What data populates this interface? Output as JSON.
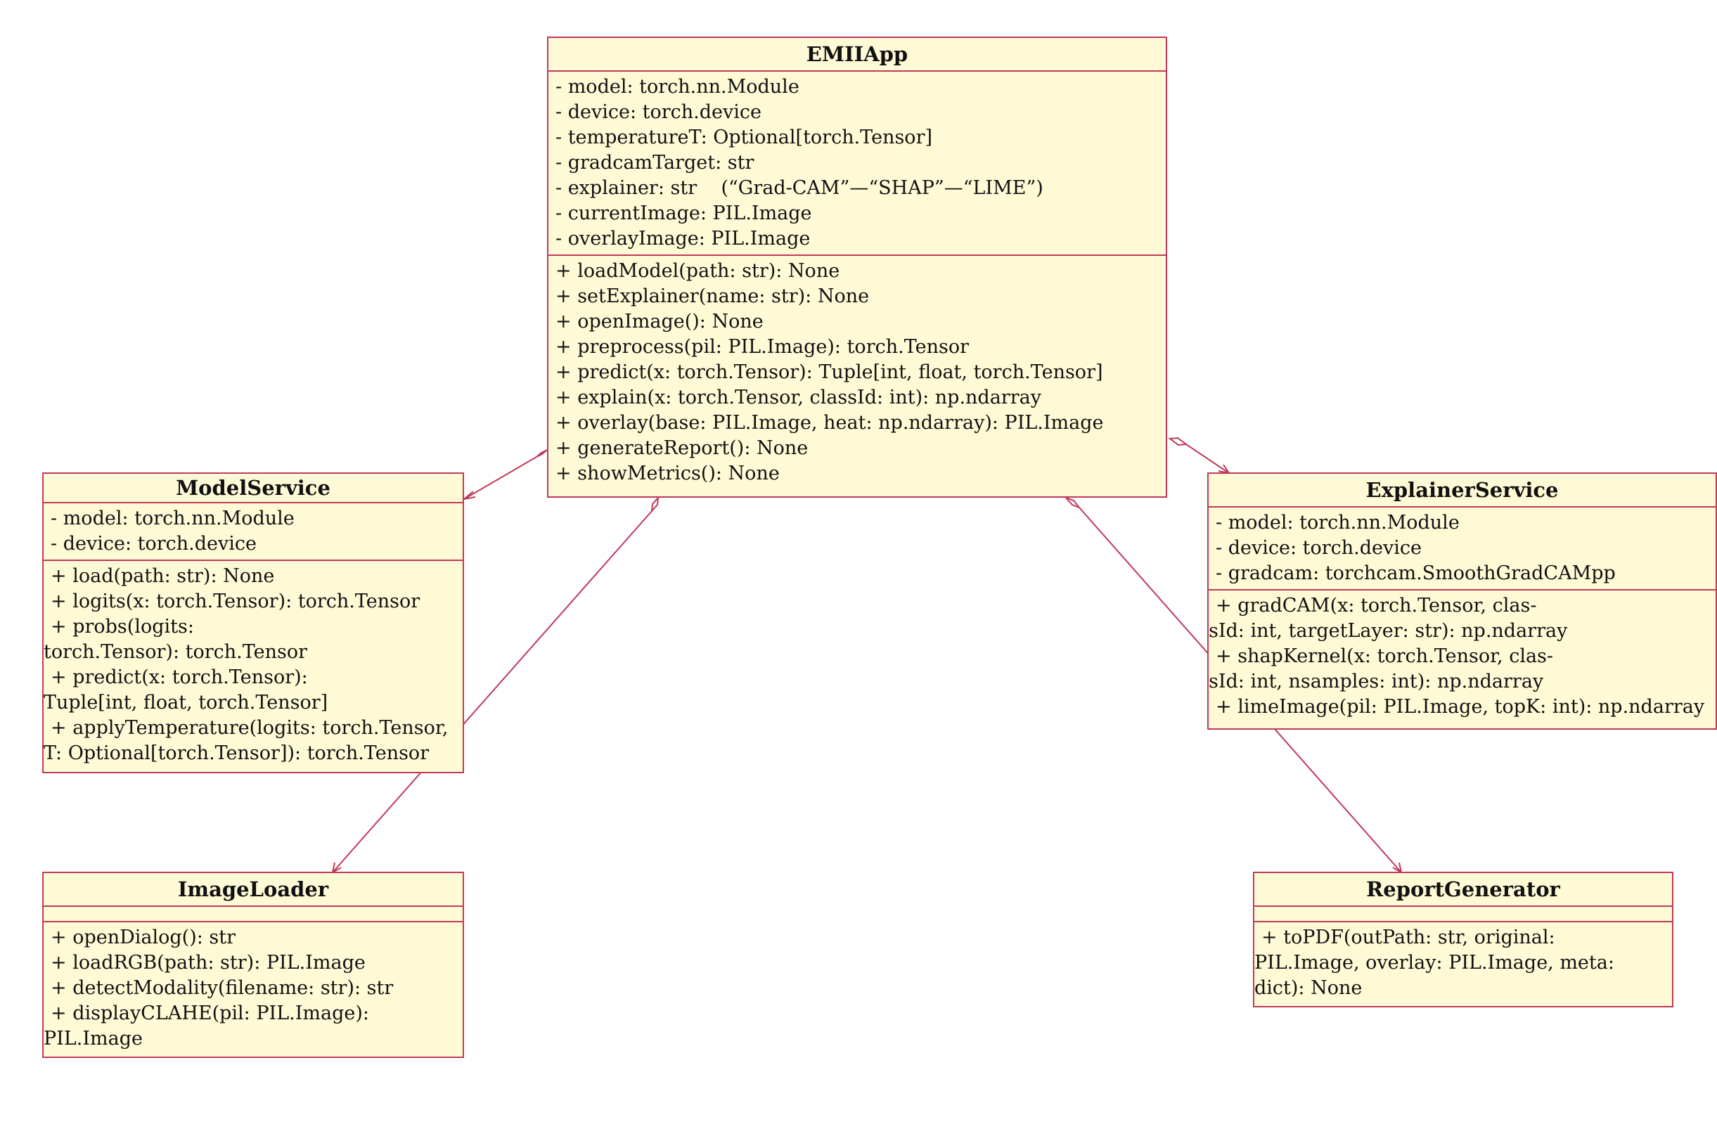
{
  "classes": {
    "emiiapp": {
      "name": "EMIIApp",
      "attributes": [
        "- model: torch.nn.Module",
        "- device: torch.device",
        "- temperatureT: Optional[torch.Tensor]",
        "- gradcamTarget: str",
        "- explainer: str    (“Grad-CAM”—“SHAP”—“LIME”)",
        "- currentImage: PIL.Image",
        "- overlayImage: PIL.Image"
      ],
      "methods": [
        "+ loadModel(path: str): None",
        "+ setExplainer(name: str): None",
        "+ openImage(): None",
        "+ preprocess(pil: PIL.Image): torch.Tensor",
        "+ predict(x: torch.Tensor): Tuple[int, float, torch.Tensor]",
        "+ explain(x: torch.Tensor, classId: int): np.ndarray",
        "+ overlay(base: PIL.Image, heat: np.ndarray): PIL.Image",
        "+ generateReport(): None",
        "+ showMetrics(): None"
      ]
    },
    "modelservice": {
      "name": "ModelService",
      "attributes": [
        "- model: torch.nn.Module",
        "- device: torch.device"
      ],
      "methods": [
        "+ load(path: str): None",
        "+ logits(x: torch.Tensor): torch.Tensor",
        "+ probs(logits:",
        "torch.Tensor): torch.Tensor",
        "+ predict(x: torch.Tensor):",
        "Tuple[int, float, torch.Tensor]",
        "+ applyTemperature(logits: torch.Tensor,",
        "T: Optional[torch.Tensor]): torch.Tensor"
      ]
    },
    "explainerservice": {
      "name": "ExplainerService",
      "attributes": [
        "- model: torch.nn.Module",
        "- device: torch.device",
        "- gradcam: torchcam.SmoothGradCAMpp"
      ],
      "methods": [
        "+ gradCAM(x: torch.Tensor, clas-",
        "sId: int, targetLayer: str): np.ndarray",
        "+ shapKernel(x: torch.Tensor, clas-",
        "sId: int, nsamples: int): np.ndarray",
        "+ limeImage(pil: PIL.Image, topK: int): np.ndarray"
      ]
    },
    "imageloader": {
      "name": "ImageLoader",
      "attributes": [],
      "methods": [
        "+ openDialog(): str",
        "+ loadRGB(path: str): PIL.Image",
        "+ detectModality(filename: str): str",
        "+ displayCLAHE(pil: PIL.Image):",
        "PIL.Image"
      ]
    },
    "reportgenerator": {
      "name": "ReportGenerator",
      "attributes": [],
      "methods": [
        "+ toPDF(outPath: str, original:",
        "PIL.Image, overlay: PIL.Image, meta:",
        "dict): None"
      ]
    }
  },
  "colors": {
    "box_fill": "#fffad6",
    "border": "#c0395a",
    "text": "#111111"
  }
}
